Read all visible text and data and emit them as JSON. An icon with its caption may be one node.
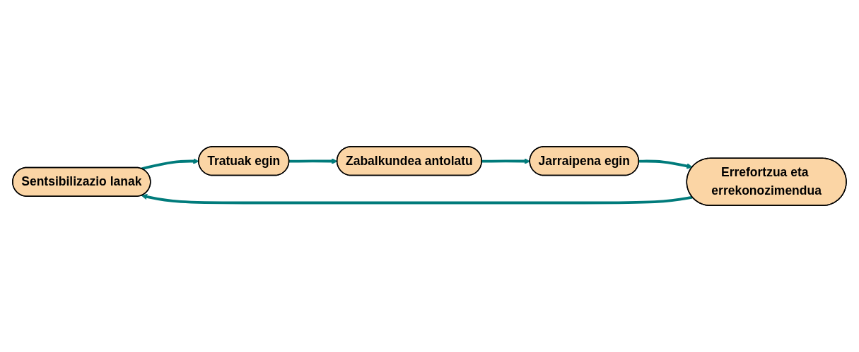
{
  "diagram": {
    "nodes": [
      {
        "text": [
          "Sentsibilizazio lanak"
        ]
      },
      {
        "text": [
          "Tratuak egin"
        ]
      },
      {
        "text": [
          "Zabalkundea antolatu"
        ]
      },
      {
        "text": [
          "Jarraipena egin"
        ]
      },
      {
        "text": [
          "Errefortzua eta errekonozimendua"
        ]
      }
    ],
    "edges": [
      {
        "from": 0,
        "to": 1,
        "arrow": "to"
      },
      {
        "from": 1,
        "to": 2,
        "arrow": "to"
      },
      {
        "from": 2,
        "to": 3,
        "arrow": "to"
      },
      {
        "from": 3,
        "to": 4,
        "arrow": "to"
      },
      {
        "from": 4,
        "to": 0,
        "arrow": "to"
      }
    ]
  }
}
